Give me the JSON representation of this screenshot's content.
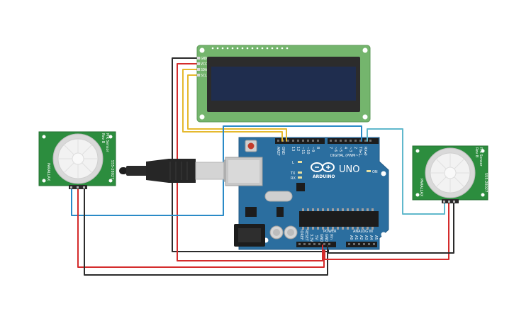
{
  "lcd": {
    "pins": [
      "GND",
      "VCC",
      "SDA",
      "SCL"
    ]
  },
  "arduino": {
    "board_name": "UNO",
    "brand": "ARDUINO",
    "digital_label": "DIGITAL (PWM~)",
    "power_label": "POWER",
    "analog_label": "ANALOG IN",
    "on_label": "ON",
    "aref": "AREF",
    "gnd": "GND",
    "digital_pins": [
      "13",
      "12",
      "~11",
      "~10",
      "~9",
      "8",
      "7",
      "~6",
      "~5",
      "4",
      "~3",
      "2",
      "TX▸1",
      "RX◂0"
    ],
    "power_pins": [
      "IOREF",
      "RESET",
      "3.3V",
      "5V",
      "GND",
      "GND",
      "Vin"
    ],
    "analog_pins": [
      "A0",
      "A1",
      "A2",
      "A3",
      "A4",
      "A5"
    ],
    "led_l": "L",
    "led_tx": "TX",
    "led_rx": "RX"
  },
  "pir_left": {
    "text_a": "PIR Sensor",
    "text_b": "Rev B",
    "part": "555-28027",
    "brand": "PARALLAX"
  },
  "pir_right": {
    "text_a": "PIR Sensor",
    "text_b": "Rev B",
    "part": "555-28027",
    "brand": "PARALLAX"
  },
  "colors": {
    "wire_red": "#d42c2c",
    "wire_black": "#2b2b2b",
    "wire_blue": "#2a8ac7",
    "wire_light_blue": "#60b8cc",
    "wire_yellow": "#e5b92f",
    "arduino_blue": "#2b6e9f",
    "pcb_green": "#2c8d3e",
    "lcd_green": "#74b56d",
    "lcd_screen": "#1f2d4e"
  }
}
